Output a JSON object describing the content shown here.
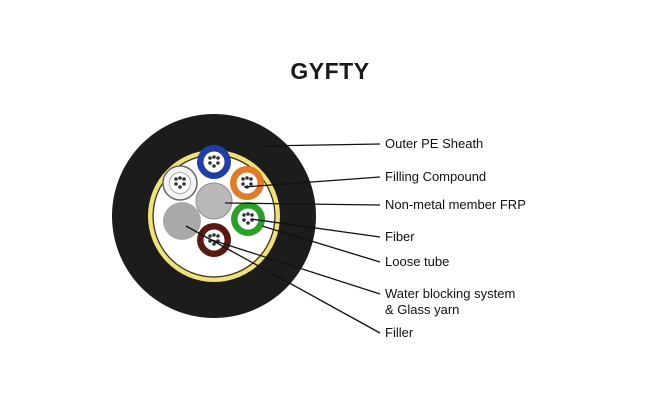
{
  "title": "GYFTY",
  "labels": {
    "outer_sheath": "Outer PE Sheath",
    "filling_compound": "Filling Compound",
    "frp": "Non-metal member FRP",
    "fiber": "Fiber",
    "loose_tube": "Loose tube",
    "water_blocking_line1": "Water blocking system",
    "water_blocking_line2": "& Glass yarn",
    "filler": "Filler"
  },
  "colors": {
    "sheath": "#1c1c1c",
    "yarn": "#f2e07a",
    "core_bg": "#ffffff",
    "frp": "#b9b9b9",
    "filler": "#a9a9a9",
    "tube_blue": "#1f3fa6",
    "tube_orange": "#e07b2a",
    "tube_green": "#2aa02a",
    "tube_brown": "#5a1a14",
    "tube_white": "#f4f4f4"
  }
}
